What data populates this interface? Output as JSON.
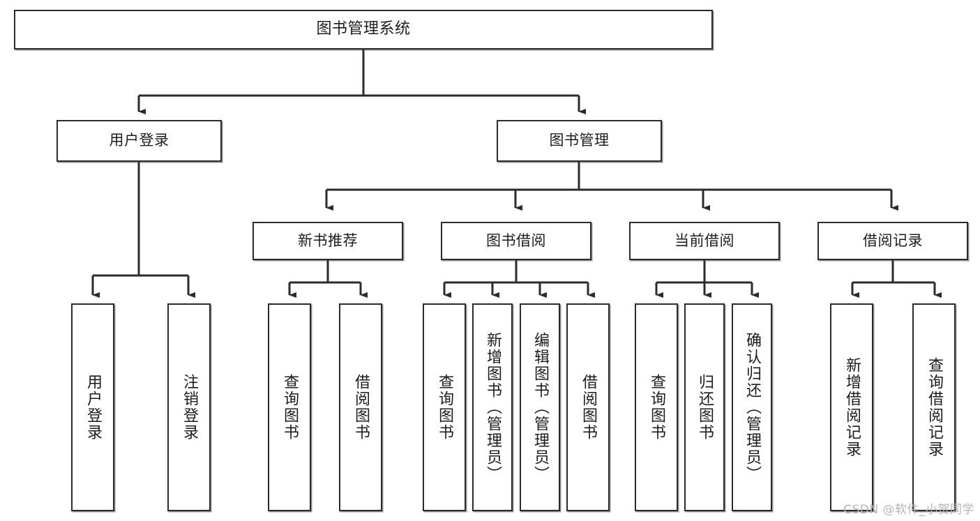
{
  "diagram": {
    "title": "图书管理系统",
    "type": "tree-hierarchy-chart",
    "watermark": "CSDN @软件_小贺同学",
    "colors": {
      "box_border": "#2b2b2b",
      "box_fill": "#ffffff",
      "edge": "#2b2b2b",
      "text": "#1c1c1c",
      "watermark": "#b4b4b4",
      "background": "#ffffff"
    },
    "levels": {
      "root": "图书管理系统",
      "level2": [
        "用户登录",
        "图书管理"
      ],
      "level3": [
        "新书推荐",
        "图书借阅",
        "当前借阅",
        "借阅记录"
      ]
    },
    "nodes": {
      "root": {
        "label": "图书管理系统"
      },
      "user_login": {
        "label": "用户登录"
      },
      "book_manage": {
        "label": "图书管理"
      },
      "new_book_rec": {
        "label": "新书推荐"
      },
      "book_borrow": {
        "label": "图书借阅"
      },
      "current_borrow": {
        "label": "当前借阅"
      },
      "borrow_record": {
        "label": "借阅记录"
      },
      "leaf_user_login": {
        "label": "用户登录"
      },
      "leaf_logout": {
        "label": "注销登录"
      },
      "leaf_query_book_a": {
        "label": "查询图书"
      },
      "leaf_borrow_book_a": {
        "label": "借阅图书"
      },
      "leaf_query_book_b": {
        "label": "查询图书"
      },
      "leaf_add_book": {
        "label": "新增图书（管理员）"
      },
      "leaf_edit_book": {
        "label": "编辑图书（管理员）"
      },
      "leaf_borrow_book_b": {
        "label": "借阅图书"
      },
      "leaf_query_book_c": {
        "label": "查询图书"
      },
      "leaf_return_book": {
        "label": "归还图书"
      },
      "leaf_confirm_return": {
        "label": "确认归还（管理员）"
      },
      "leaf_add_record": {
        "label": "新增借阅记录"
      },
      "leaf_query_record": {
        "label": "查询借阅记录"
      }
    },
    "edges": [
      {
        "from": "图书管理系统",
        "to": "用户登录"
      },
      {
        "from": "图书管理系统",
        "to": "图书管理"
      },
      {
        "from": "用户登录",
        "to": "用户登录"
      },
      {
        "from": "用户登录",
        "to": "注销登录"
      },
      {
        "from": "图书管理",
        "to": "新书推荐"
      },
      {
        "from": "图书管理",
        "to": "图书借阅"
      },
      {
        "from": "图书管理",
        "to": "当前借阅"
      },
      {
        "from": "图书管理",
        "to": "借阅记录"
      },
      {
        "from": "新书推荐",
        "to": "查询图书"
      },
      {
        "from": "新书推荐",
        "to": "借阅图书"
      },
      {
        "from": "图书借阅",
        "to": "查询图书"
      },
      {
        "from": "图书借阅",
        "to": "新增图书（管理员）"
      },
      {
        "from": "图书借阅",
        "to": "编辑图书（管理员）"
      },
      {
        "from": "图书借阅",
        "to": "借阅图书"
      },
      {
        "from": "当前借阅",
        "to": "查询图书"
      },
      {
        "from": "当前借阅",
        "to": "归还图书"
      },
      {
        "from": "当前借阅",
        "to": "确认归还（管理员）"
      },
      {
        "from": "借阅记录",
        "to": "新增借阅记录"
      },
      {
        "from": "借阅记录",
        "to": "查询借阅记录"
      }
    ]
  }
}
